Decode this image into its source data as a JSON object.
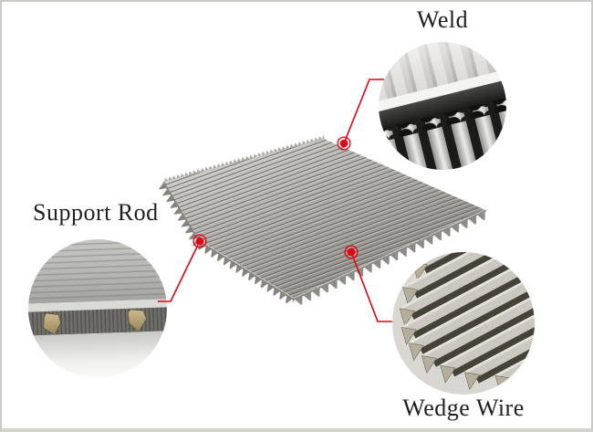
{
  "page": {
    "type": "product-annotation-diagram",
    "background": "#ffffff",
    "frame_border_color": "#c9c9c6"
  },
  "subject": {
    "name": "wedge-wire-screen-panel"
  },
  "colors": {
    "leader_line_red": "#e60012",
    "label_text": "#1f1f1f",
    "panel_gray": "#b2b0aa"
  },
  "callouts": {
    "weld": {
      "label": "Weld"
    },
    "support_rod": {
      "label": "Support Rod"
    },
    "wedge_wire": {
      "label": "Wedge Wire"
    }
  }
}
